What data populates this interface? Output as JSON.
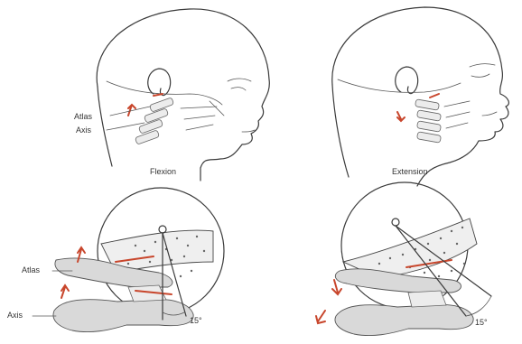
{
  "colors": {
    "accent": "#c8462c",
    "line": "#3a3a3a",
    "bone": "#d9d9d9"
  },
  "left_panel": {
    "caption": "Flexion",
    "label_atlas_head": "Atlas",
    "label_axis_head": "Axis",
    "label_atlas_zoom": "Atlas",
    "label_axis_zoom": "Axis",
    "angle_label": "15°"
  },
  "right_panel": {
    "caption": "Extension",
    "angle_label": "15°"
  }
}
